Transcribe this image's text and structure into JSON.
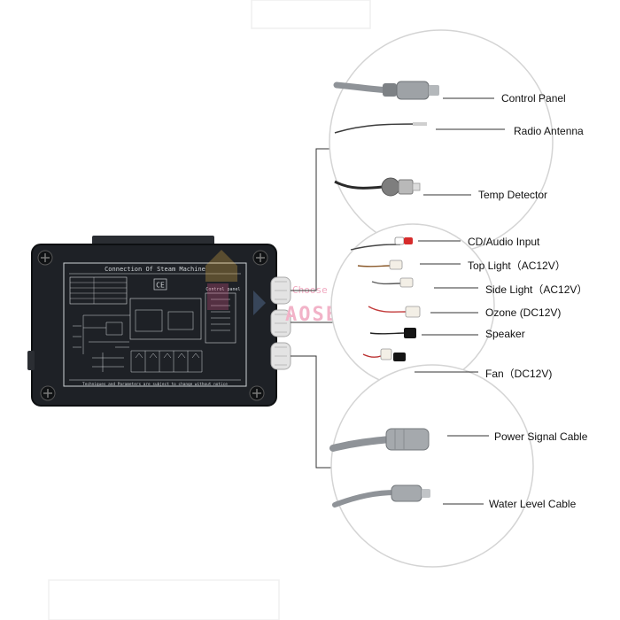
{
  "box": {
    "title": "Connection Of Steam Machine",
    "ce_mark": "CE",
    "control_panel_label": "Control panel",
    "warning": "Techniques and Parameters are subject to change without notice"
  },
  "watermark": {
    "brand": "AOSENR",
    "tagline": "Choose the best"
  },
  "labels": {
    "control_panel": "Control Panel",
    "radio_antenna": "Radio Antenna",
    "temp_detector": "Temp Detector",
    "cd_audio_input": "CD/Audio Input",
    "top_light": "Top Light（AC12V）",
    "side_light": "Side Light（AC12V）",
    "ozone": "Ozone (DC12V)",
    "speaker": "Speaker",
    "fan": "Fan（DC12V)",
    "power_signal_cable": "Power Signal Cable",
    "water_level_cable": "Water Level Cable"
  },
  "colors": {
    "box_body": "#1e2126",
    "box_print": "#cfd3d6",
    "leader_line": "#333333",
    "cable_grey": "#8f9398",
    "watermark": "#e0588a"
  }
}
